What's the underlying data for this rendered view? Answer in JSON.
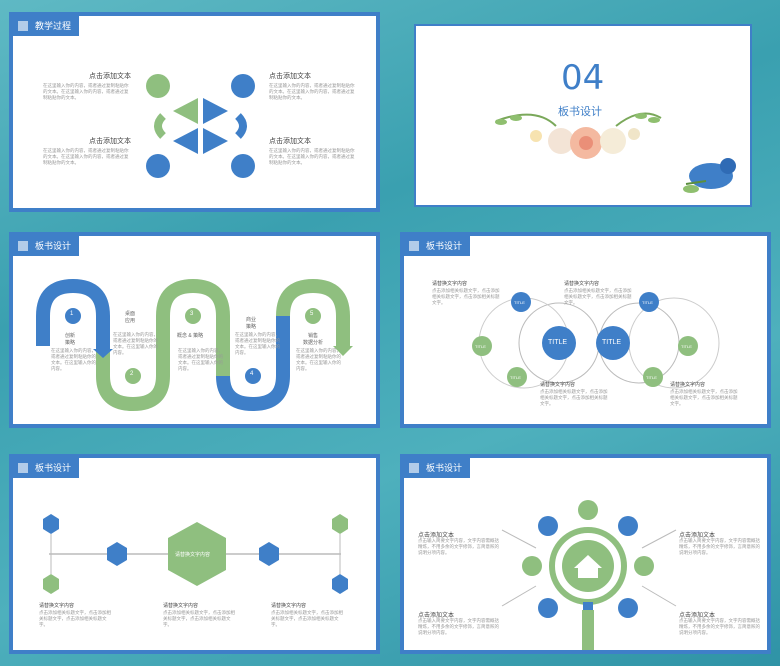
{
  "slide1": {
    "header": "教学过程",
    "items": [
      {
        "title": "点击添加文本",
        "body": "在这里输入你的内容，或者通过复制粘贴你的文本。在这里输入你的内容，或者通过复制粘贴你的文本。"
      },
      {
        "title": "点击添加文本",
        "body": "在这里输入你的内容，或者通过复制粘贴你的文本。在这里输入你的内容，或者通过复制粘贴你的文本。"
      },
      {
        "title": "点击添加文本",
        "body": "在这里输入你的内容，或者通过复制粘贴你的文本。在这里输入你的内容，或者通过复制粘贴你的文本。"
      },
      {
        "title": "点击添加文本",
        "body": "在这里输入你的内容，或者通过复制粘贴你的文本。在这里输入你的内容，或者通过复制粘贴你的文本。"
      }
    ]
  },
  "slide2": {
    "number": "04",
    "title": "板书设计"
  },
  "slide3": {
    "header": "板书设计",
    "steps": [
      {
        "n": "1",
        "label": "创新\n策略"
      },
      {
        "n": "2",
        "label": "桌面\n应用"
      },
      {
        "n": "3",
        "label": "概念 & 策略"
      },
      {
        "n": "4",
        "label": "商业\n策略"
      },
      {
        "n": "5",
        "label": "销售\n数据分析"
      }
    ],
    "desc": "在这里输入你的内容，或者通过复制粘贴你的文本。在这里输入你的内容。"
  },
  "slide4": {
    "header": "板书设计",
    "center": [
      "TITLE",
      "TITLE"
    ],
    "small": [
      "TITLE",
      "TITLE",
      "TITLE",
      "TITLE",
      "TITLE",
      "TITLE"
    ],
    "blocks": [
      {
        "title": "请替换文字内容",
        "body": "点击添加相关标题文字，点击添加相关标题文字，点击添加相关标题文字。"
      },
      {
        "title": "请替换文字内容",
        "body": "点击添加相关标题文字，点击添加相关标题文字，点击添加相关标题文字。"
      },
      {
        "title": "请替换文字内容",
        "body": "点击添加相关标题文字，点击添加相关标题文字，点击添加相关标题文字。"
      },
      {
        "title": "请替换文字内容",
        "body": "点击添加相关标题文字，点击添加相关标题文字，点击添加相关标题文字。"
      }
    ]
  },
  "slide5": {
    "header": "板书设计",
    "center": "请替换文字内容",
    "blocks": [
      {
        "title": "请替换文字内容",
        "body": "点击添加相关标题文字，点击添加相关标题文字，点击添加相关标题文字。"
      },
      {
        "title": "请替换文字内容",
        "body": "点击添加相关标题文字，点击添加相关标题文字，点击添加相关标题文字。"
      },
      {
        "title": "请替换文字内容",
        "body": "点击添加相关标题文字，点击添加相关标题文字，点击添加相关标题文字。"
      }
    ]
  },
  "slide6": {
    "header": "板书设计",
    "items": [
      {
        "title": "点击添加文本",
        "body": "点击输入简要文字内容，文字内容需概括精炼，不用多余的文字修饰，言简意赅的说明分项内容。"
      },
      {
        "title": "点击添加文本",
        "body": "点击输入简要文字内容，文字内容需概括精炼，不用多余的文字修饰，言简意赅的说明分项内容。"
      },
      {
        "title": "点击添加文本",
        "body": "点击输入简要文字内容，文字内容需概括精炼，不用多余的文字修饰，言简意赅的说明分项内容。"
      },
      {
        "title": "点击添加文本",
        "body": "点击输入简要文字内容，文字内容需概括精炼，不用多余的文字修饰，言简意赅的说明分项内容。"
      }
    ]
  },
  "colors": {
    "blue": "#3f7fc8",
    "green": "#8fbf7f",
    "frame": "#3f7fc8"
  }
}
